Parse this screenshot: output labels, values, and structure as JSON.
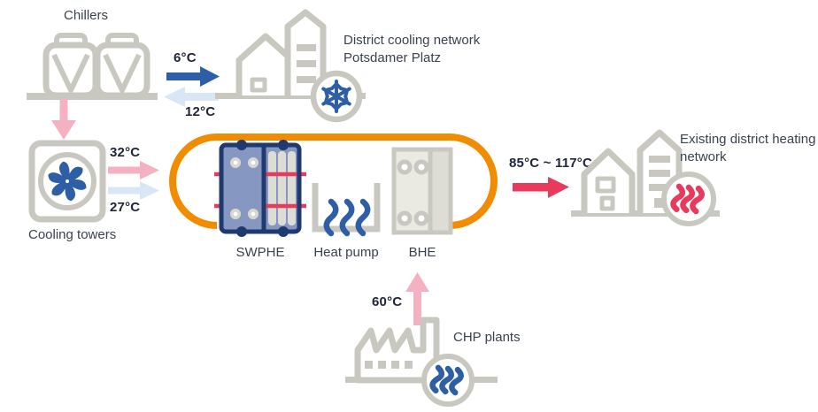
{
  "page": {
    "background": "#ffffff"
  },
  "nodes": {
    "chillers": {
      "label": "Chillers",
      "icon": "chiller-tanks-icon"
    },
    "district_cooling": {
      "label_line1": "District cooling network",
      "label_line2": "Potsdamer Platz",
      "icon": "buildings-snowflake-icon"
    },
    "cooling_towers": {
      "label": "Cooling towers",
      "icon": "fan-icon"
    },
    "swphe": {
      "label": "SWPHE",
      "icon": "plate-heat-exchanger-blue-icon"
    },
    "heat_pump": {
      "label": "Heat pump",
      "icon": "heat-waves-blue-icon"
    },
    "bhe": {
      "label": "BHE",
      "icon": "plate-heat-exchanger-gray-icon"
    },
    "district_heating": {
      "label_line1": "Existing district heating",
      "label_line2": "network",
      "icon": "buildings-heat-red-icon"
    },
    "chp": {
      "label": "CHP plants",
      "icon": "factory-heat-blue-icon"
    }
  },
  "flows": {
    "cold_supply": {
      "temp": "6°C",
      "direction": "right",
      "color": "#2E5FA6"
    },
    "cold_return": {
      "temp": "12°C",
      "direction": "left",
      "color": "#D9E6F6"
    },
    "tower_supply": {
      "temp": "32°C",
      "direction": "right",
      "color": "#F4B1C1"
    },
    "tower_return": {
      "temp": "27°C",
      "direction": "right",
      "color": "#D9E6F6"
    },
    "heating_supply": {
      "temp": "85°C ~ 117°C",
      "direction": "right",
      "color": "#E73A5D"
    },
    "chp_supply": {
      "temp": "60°C",
      "direction": "up",
      "color": "#F4B1C1"
    },
    "chiller_reject": {
      "direction": "down",
      "color": "#F4B1C1"
    }
  },
  "loop": {
    "shape": "open-stadium",
    "color": "#F18B00"
  },
  "colors": {
    "icon_gray": "#C9C8C0",
    "icon_gray_light": "#E9E8E1",
    "blue": "#2E5FA6",
    "light_blue": "#D9E6F6",
    "pink": "#F4B1C1",
    "crimson": "#E73A5D",
    "orange": "#F18B00",
    "navy_outline": "#1F3A6E",
    "slate_fill": "#8697C1",
    "text": "#3A4150"
  }
}
